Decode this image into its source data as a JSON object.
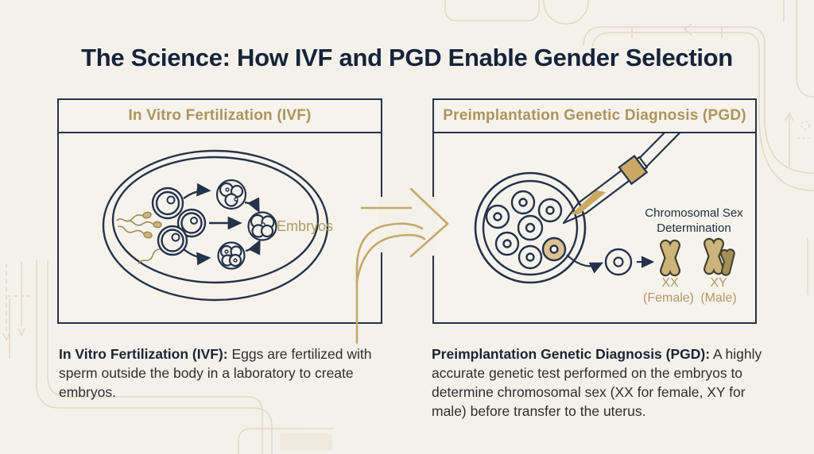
{
  "title": "The Science: How IVF and PGD Enable Gender Selection",
  "panels": {
    "ivf": {
      "header": "In Vitro Fertilization (IVF)",
      "diagram_label": "Embryos",
      "caption_bold": "In Vitro Fertilization (IVF):",
      "caption_text": " Eggs are fertilized with sperm outside the body in a laboratory to create embryos."
    },
    "pgd": {
      "header": "Preimplantation Genetic Diagnosis (PGD)",
      "diagram_label": "Chromosomal Sex Determination",
      "chromosomes": {
        "female_code": "XX",
        "female_name": "(Female)",
        "male_code": "XY",
        "male_name": "(Male)"
      },
      "caption_bold": "Preimplantation Genetic Diagnosis (PGD):",
      "caption_text": " A highly accurate genetic test performed on the embryos to determine chromosomal sex (XX for female, XY for male) before transfer to the uterus."
    }
  },
  "colors": {
    "background": "#f4f1ea",
    "navy_ink": "#25324a",
    "title_navy": "#152339",
    "gold_accent": "#ac945d",
    "gold_arrow": "#c3a96c",
    "chromosome_tan": "#ccb47b",
    "chromosome_olive": "#a09053",
    "circuit_trace": "#ddd3bf",
    "body_text": "#2e2e2e"
  },
  "icons": {
    "petri_dish": "petri-dish-icon",
    "sperm": "sperm-icon",
    "egg": "egg-cell-icon",
    "embryo": "embryo-icon",
    "pipette": "biopsy-pipette-icon",
    "blastocyst": "blastocyst-icon",
    "chromosome_x": "chromosome-xx-icon",
    "chromosome_y": "chromosome-xy-icon",
    "flow_arrow": "flow-arrow-icon"
  }
}
